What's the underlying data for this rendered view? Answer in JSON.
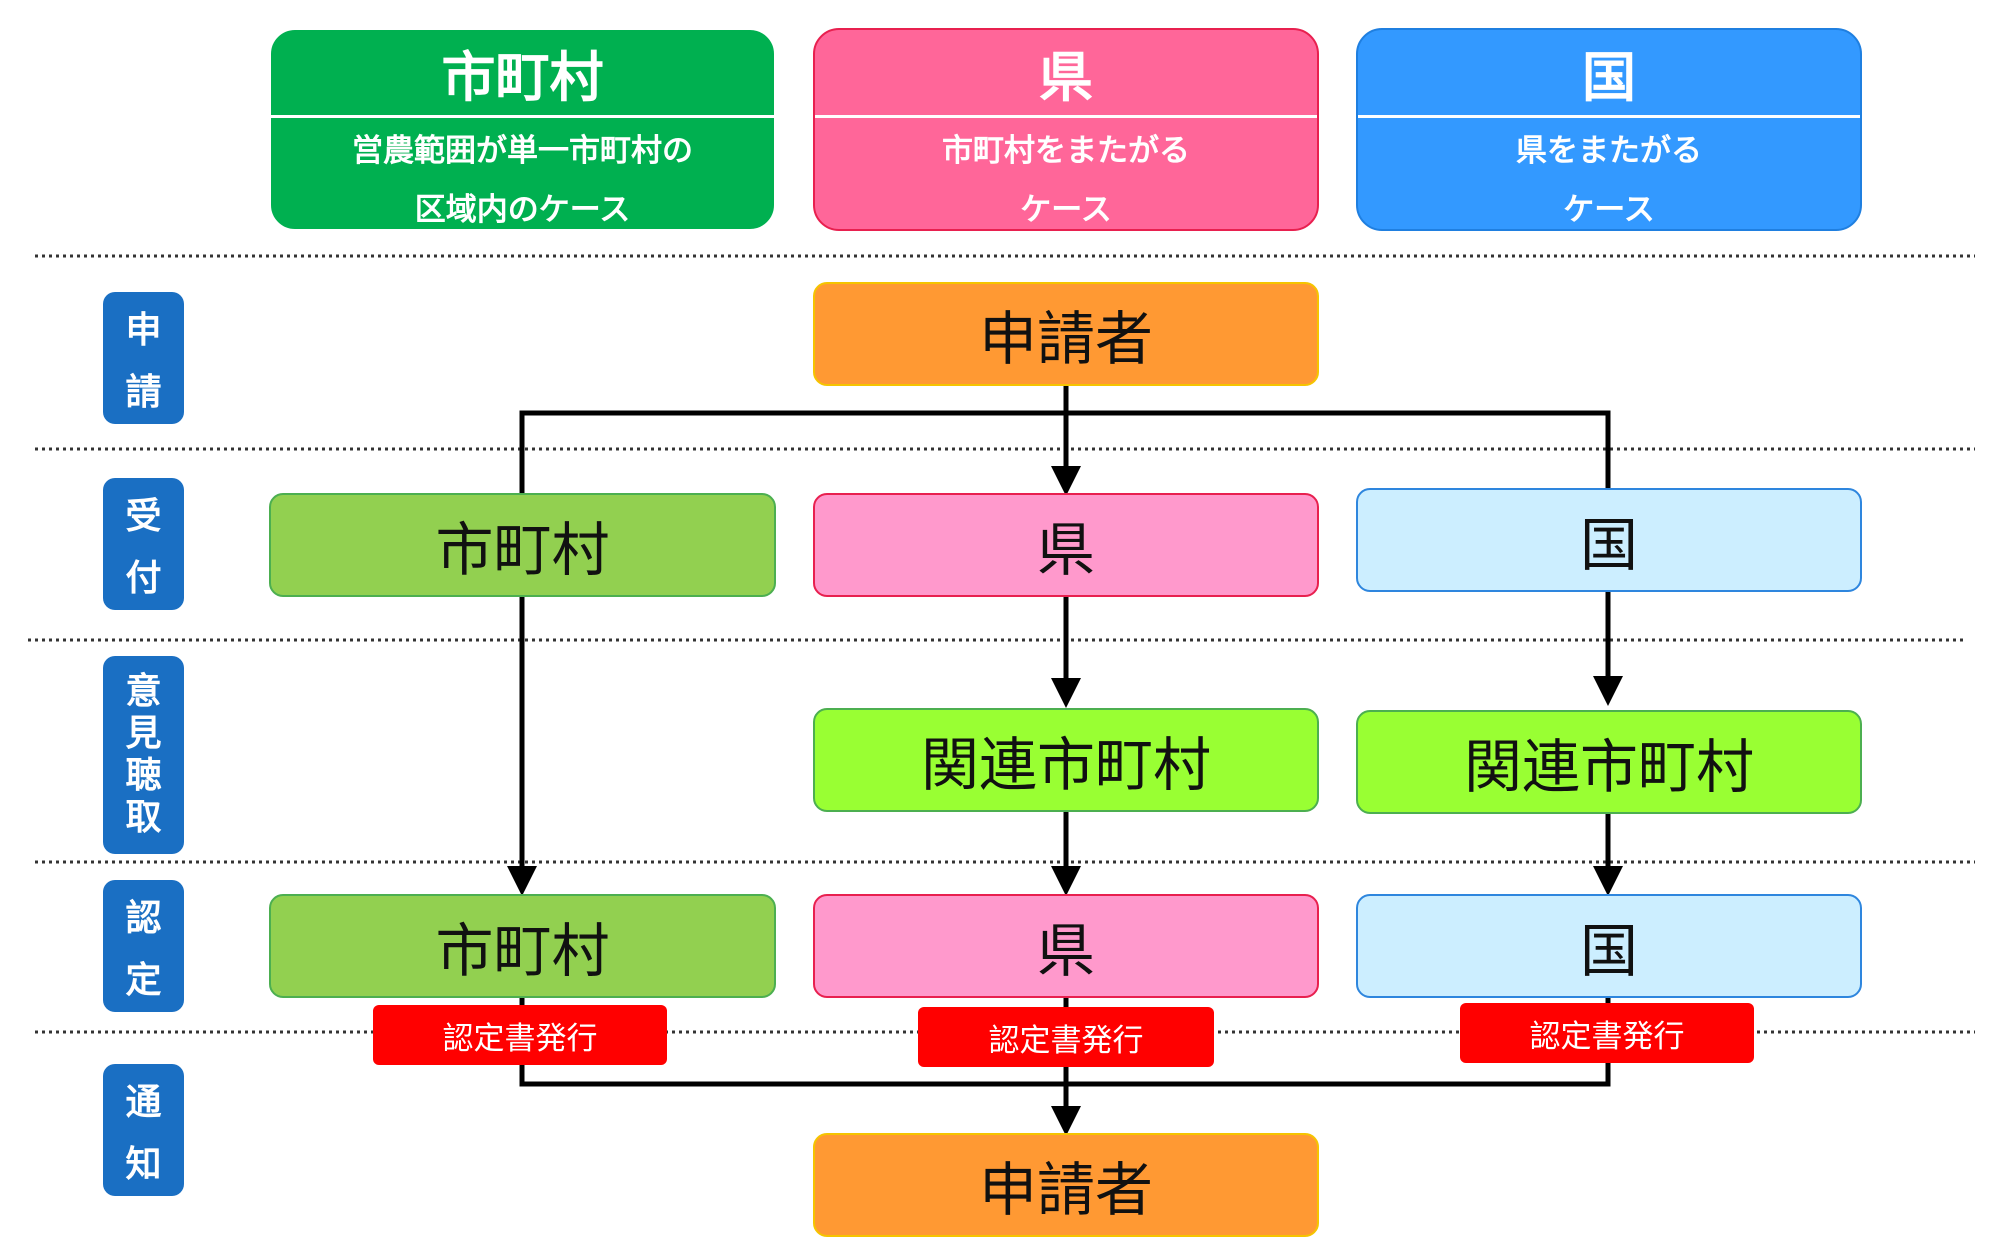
{
  "columns": [
    {
      "title": "市町村",
      "desc_line1": "営農範囲が単一市町村の",
      "desc_line2": "区域内のケース",
      "color": "#00b050"
    },
    {
      "title": "県",
      "desc_line1": "市町村をまたがる",
      "desc_line2": "ケース",
      "color": "#ff6699"
    },
    {
      "title": "国",
      "desc_line1": "県をまたがる",
      "desc_line2": "ケース",
      "color": "#3399ff"
    }
  ],
  "stages": [
    {
      "label": "申請"
    },
    {
      "label": "受付"
    },
    {
      "label": "意見聴取"
    },
    {
      "label": "認定"
    },
    {
      "label": "通知"
    }
  ],
  "nodes": {
    "applicant_top": "申請者",
    "receive_municipality": "市町村",
    "receive_prefecture": "県",
    "receive_national": "国",
    "hearing_prefecture": "関連市町村",
    "hearing_national": "関連市町村",
    "certify_municipality": "市町村",
    "certify_prefecture": "県",
    "certify_national": "国",
    "applicant_bottom": "申請者"
  },
  "badges": {
    "municipality": "認定書発行",
    "prefecture": "認定書発行",
    "national": "認定書発行"
  }
}
